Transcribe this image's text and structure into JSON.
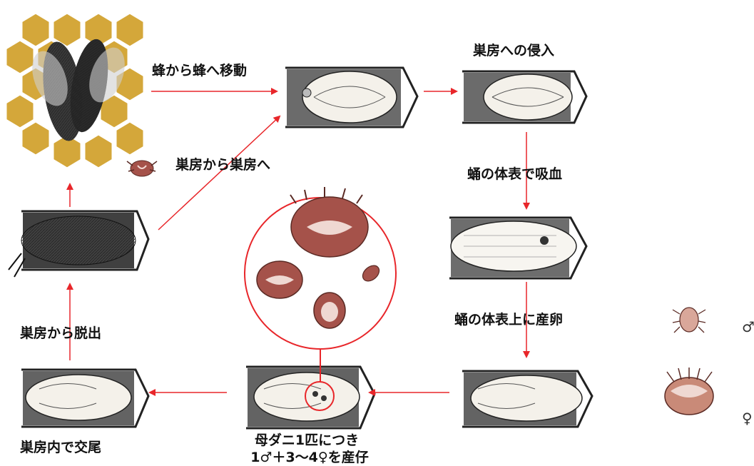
{
  "labels": {
    "bee_to_bee": "蜂から蜂へ移動",
    "cell_invasion": "巣房への侵入",
    "cell_to_cell": "巣房から巣房へ",
    "feeding_on_pupa": "蛹の体表で吸血",
    "egg_laying": "蛹の体表上に産卵",
    "exit_cell": "巣房から脱出",
    "mating_in_cell": "巣房内で交尾",
    "offspring_line1": "母ダニ1匹につき",
    "offspring_line2": "1♂＋3〜4♀を産仔"
  },
  "legend": {
    "male_symbol": "♂",
    "female_symbol": "♀"
  },
  "colors": {
    "arrow": "#e8262a",
    "honeycomb": "#d4a73a",
    "mite": "#a5524a",
    "ink": "#1a1a1a"
  }
}
